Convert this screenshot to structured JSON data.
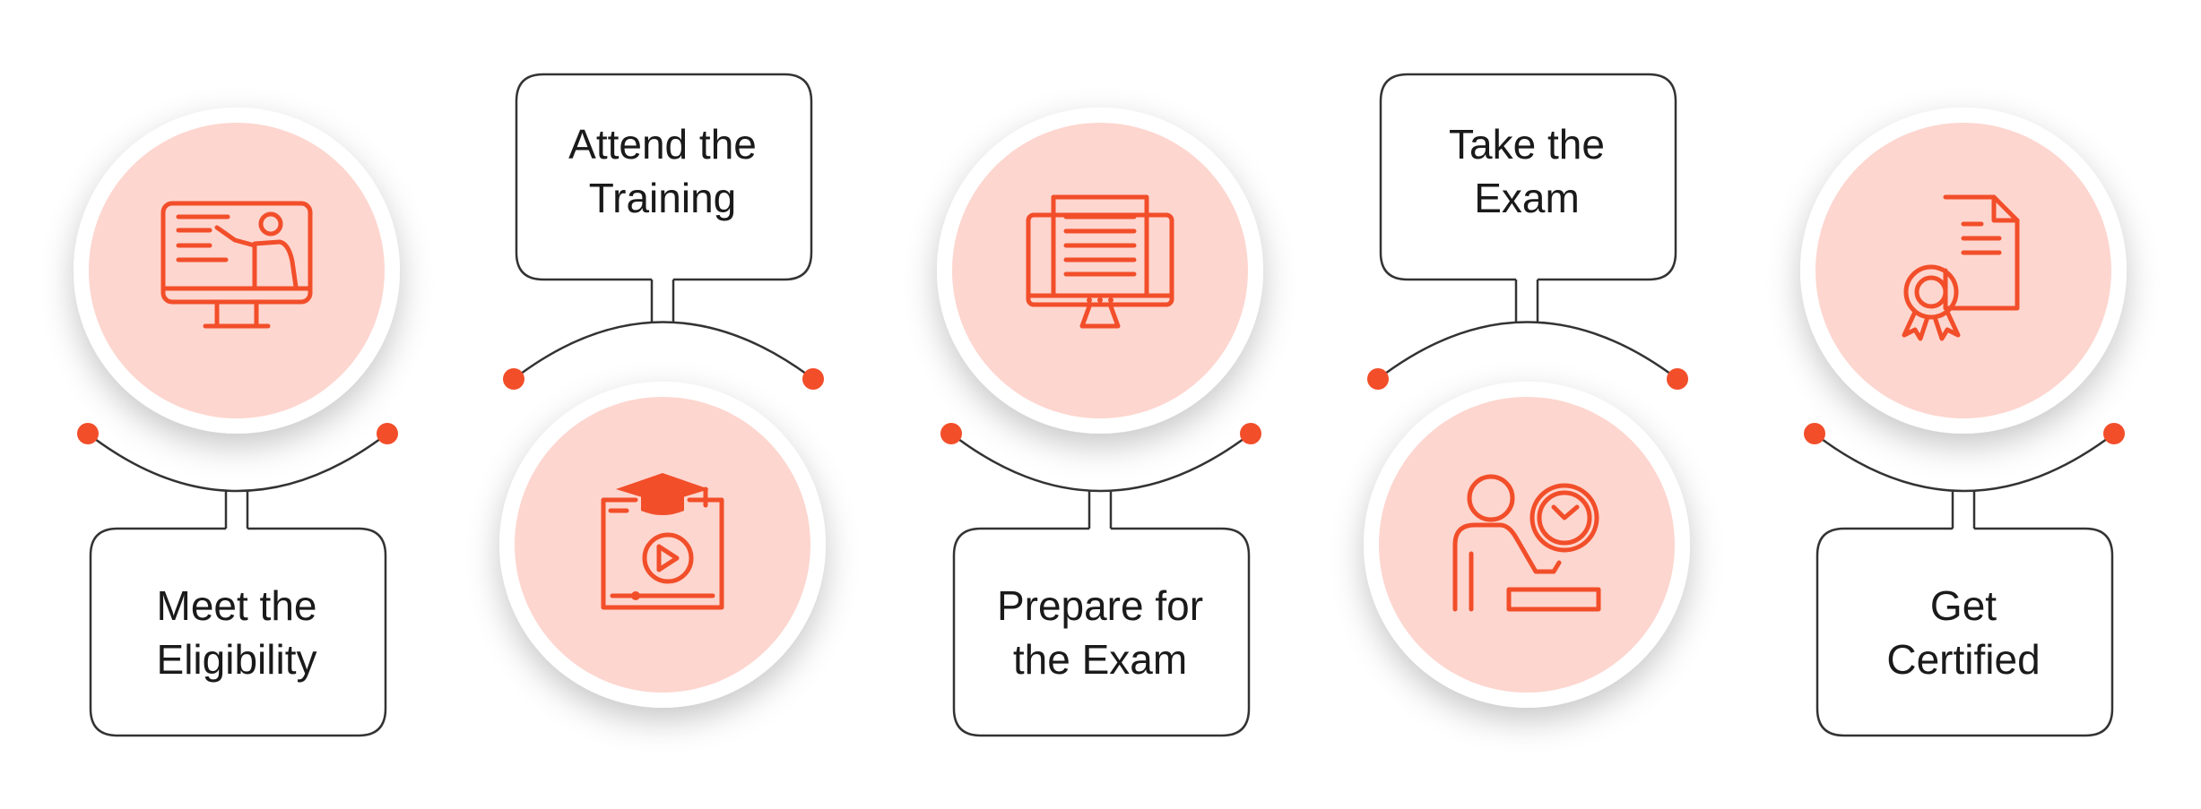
{
  "colors": {
    "accent": "#f24e2a",
    "circle_fill": "#fdd6cf",
    "ring": "#ffffff",
    "outline": "#333333"
  },
  "steps": [
    {
      "line1": "Meet the",
      "line2": "Eligibility",
      "icon": "online-teaching-monitor-icon"
    },
    {
      "line1": "Attend the",
      "line2": "Training",
      "icon": "video-course-graduation-cap-icon"
    },
    {
      "line1": "Prepare for",
      "line2": "the Exam",
      "icon": "computer-document-icon"
    },
    {
      "line1": "Take the",
      "line2": "Exam",
      "icon": "person-writing-clock-icon"
    },
    {
      "line1": "Get",
      "line2": "Certified",
      "icon": "certificate-ribbon-icon"
    }
  ]
}
